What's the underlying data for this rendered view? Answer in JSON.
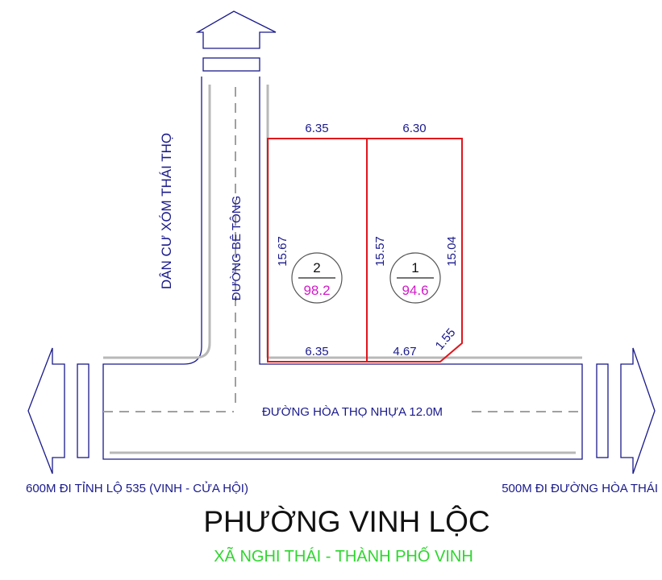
{
  "title": "PHƯỜNG VINH LỘC",
  "subtitle": "XÃ NGHI THÁI - THÀNH PHỐ VINH",
  "colors": {
    "road_outline": "#1a1a8c",
    "lot_border": "#e0161c",
    "lot_area": "#d21bc8",
    "subtitle": "#2fd62f"
  },
  "labels": {
    "residential_area": "DÂN CƯ XÓM THÁI THỌ",
    "concrete_road": "ĐƯỜNG BÊ TÔNG",
    "main_road": "ĐƯỜNG HÒA THỌ  NHỰA 12.0M",
    "left_direction": "600M ĐI TỈNH LỘ 535 (VINH - CỬA HỘI)",
    "right_direction": "500M ĐI ĐƯỜNG HÒA THÁI"
  },
  "lots": [
    {
      "number": "2",
      "area": "98.2"
    },
    {
      "number": "1",
      "area": "94.6"
    }
  ],
  "dimensions": {
    "lot2_top": "6.35",
    "lot1_top": "6.30",
    "lot2_left": "15.67",
    "shared": "15.57",
    "lot1_right": "15.04",
    "lot2_bottom": "6.35",
    "lot1_bottom": "4.67",
    "lot1_corner": "1.55"
  }
}
